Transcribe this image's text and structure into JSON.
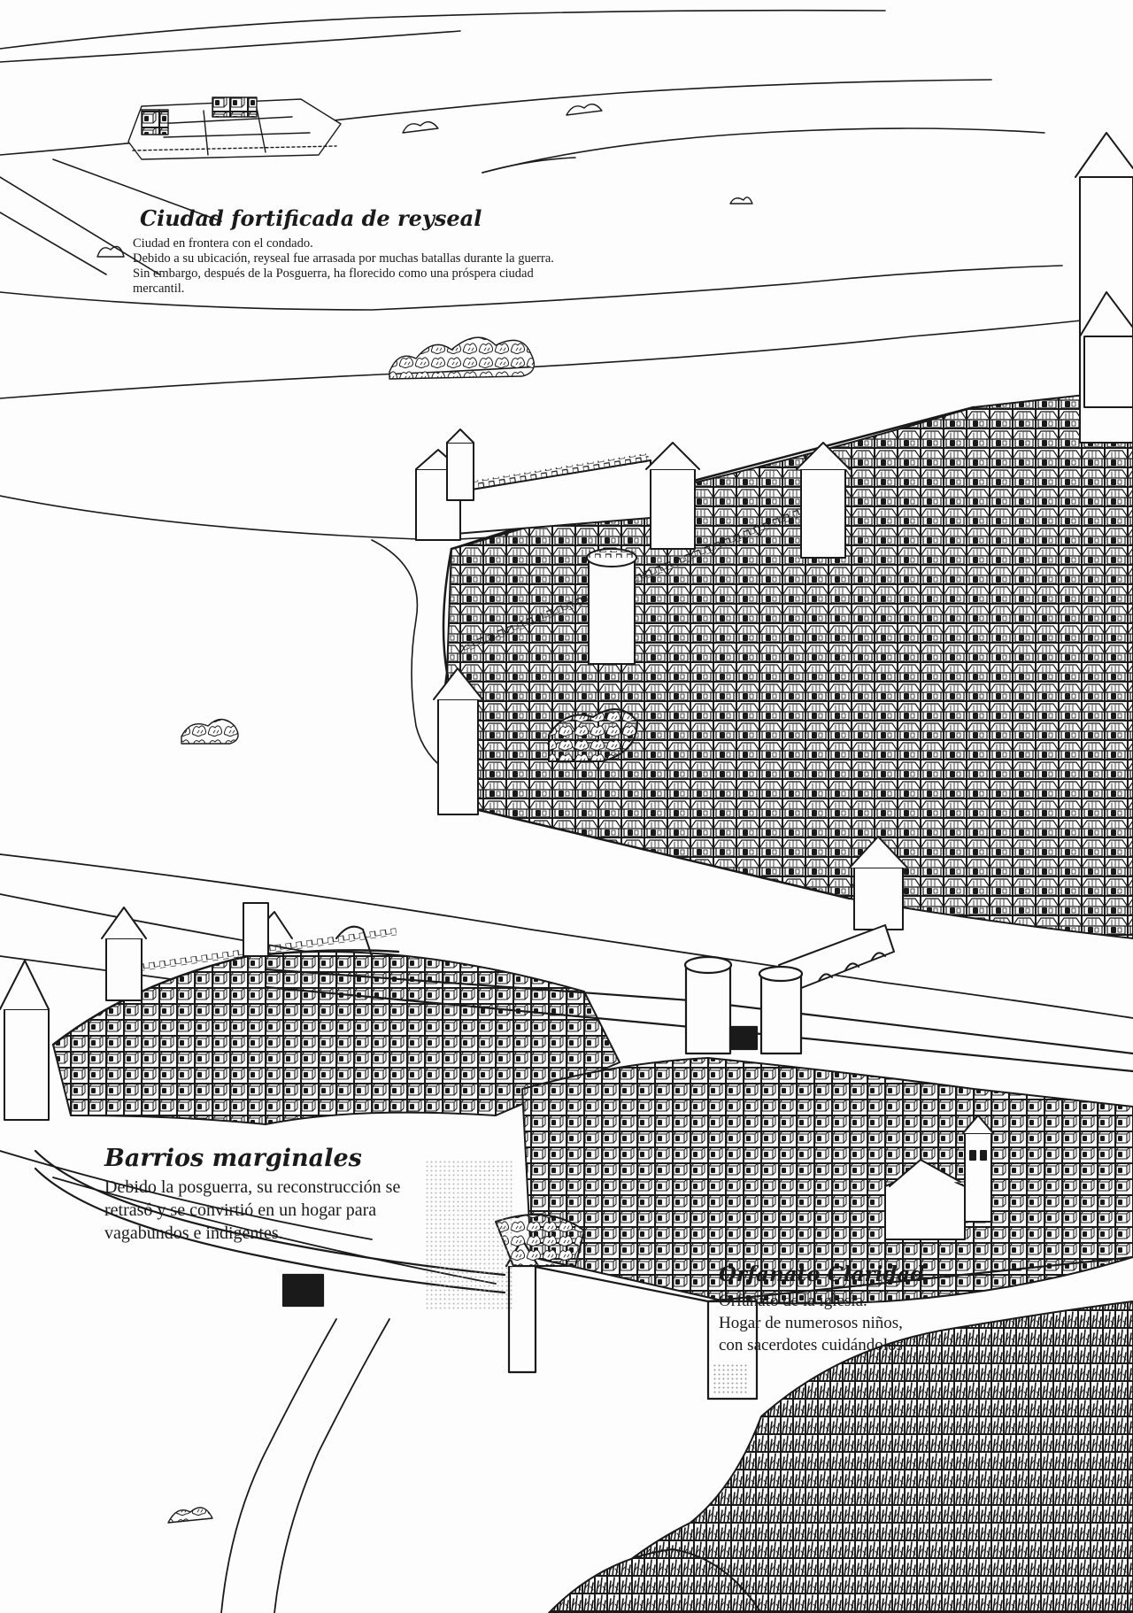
{
  "labels": {
    "reyseal": {
      "title": "Ciudad fortificada de reyseal",
      "lines": [
        "Ciudad en frontera con el condado.",
        "Debido a su ubicación, reyseal fue arrasada por muchas batallas durante la guerra.",
        "Sin embargo, después de la Posguerra, ha florecido como una próspera ciudad",
        "mercantil."
      ]
    },
    "barrios": {
      "title": "Barrios marginales",
      "lines": [
        "Debido la posguerra, su reconstrucción se",
        "retrasó y se convirtió en un hogar para",
        "vagabundos e indigentes."
      ]
    },
    "orfanato": {
      "title": "Orfanato Claridad",
      "lines": [
        "Orfanato de la iglesia.",
        "Hogar de numerosos niños,",
        "con sacerdotes cuidándolos."
      ]
    }
  },
  "colors": {
    "ink": "#1a1a1a",
    "paper": "#fdfdfd",
    "shade": "#9a9a9a"
  },
  "style": "black-and-white line art map illustration"
}
